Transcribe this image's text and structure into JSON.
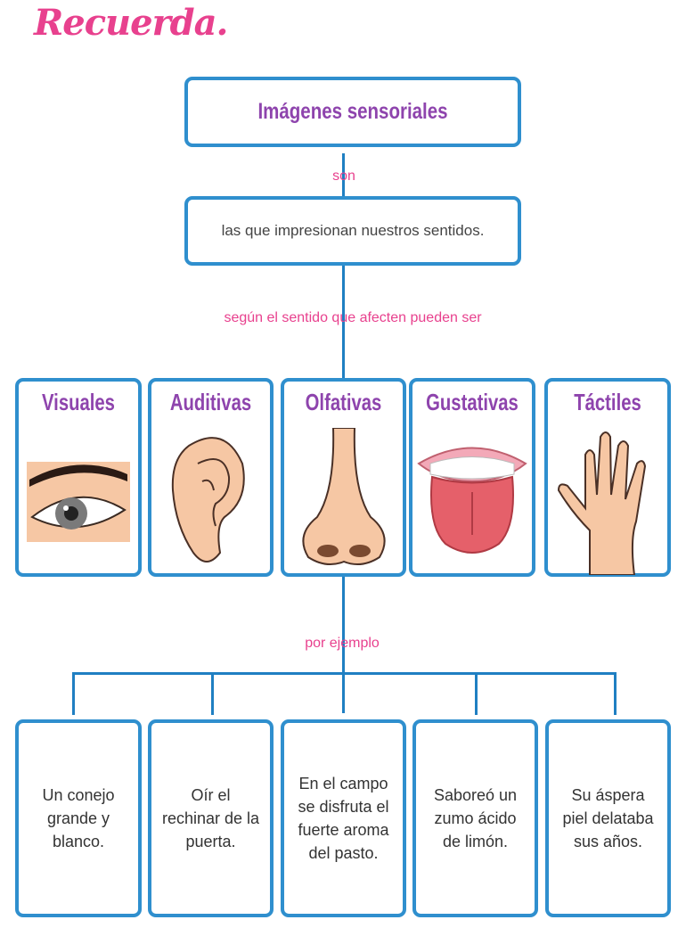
{
  "title": "Recuerda.",
  "main": {
    "heading": "Imágenes sensoriales",
    "connector_1": "son",
    "definition": "las que impresionan nuestros sentidos.",
    "connector_2": "según el sentido que afecten pueden ser",
    "connector_3": "por ejemplo"
  },
  "senses": [
    {
      "label": "Visuales",
      "icon": "eye-icon"
    },
    {
      "label": "Auditivas",
      "icon": "ear-icon"
    },
    {
      "label": "Olfativas",
      "icon": "nose-icon"
    },
    {
      "label": "Gustativas",
      "icon": "mouth-icon"
    },
    {
      "label": "Táctiles",
      "icon": "hand-icon"
    }
  ],
  "examples": [
    "Un conejo grande y blanco.",
    "Oír el rechinar de la puerta.",
    "En el campo se disfruta el fuerte aroma del pasto.",
    "Saboreó un zumo ácido de limón.",
    "Su áspera piel delataba sus años."
  ],
  "colors": {
    "pink": "#e8418e",
    "purple": "#8e44ad",
    "blue": "#2f8fce"
  }
}
